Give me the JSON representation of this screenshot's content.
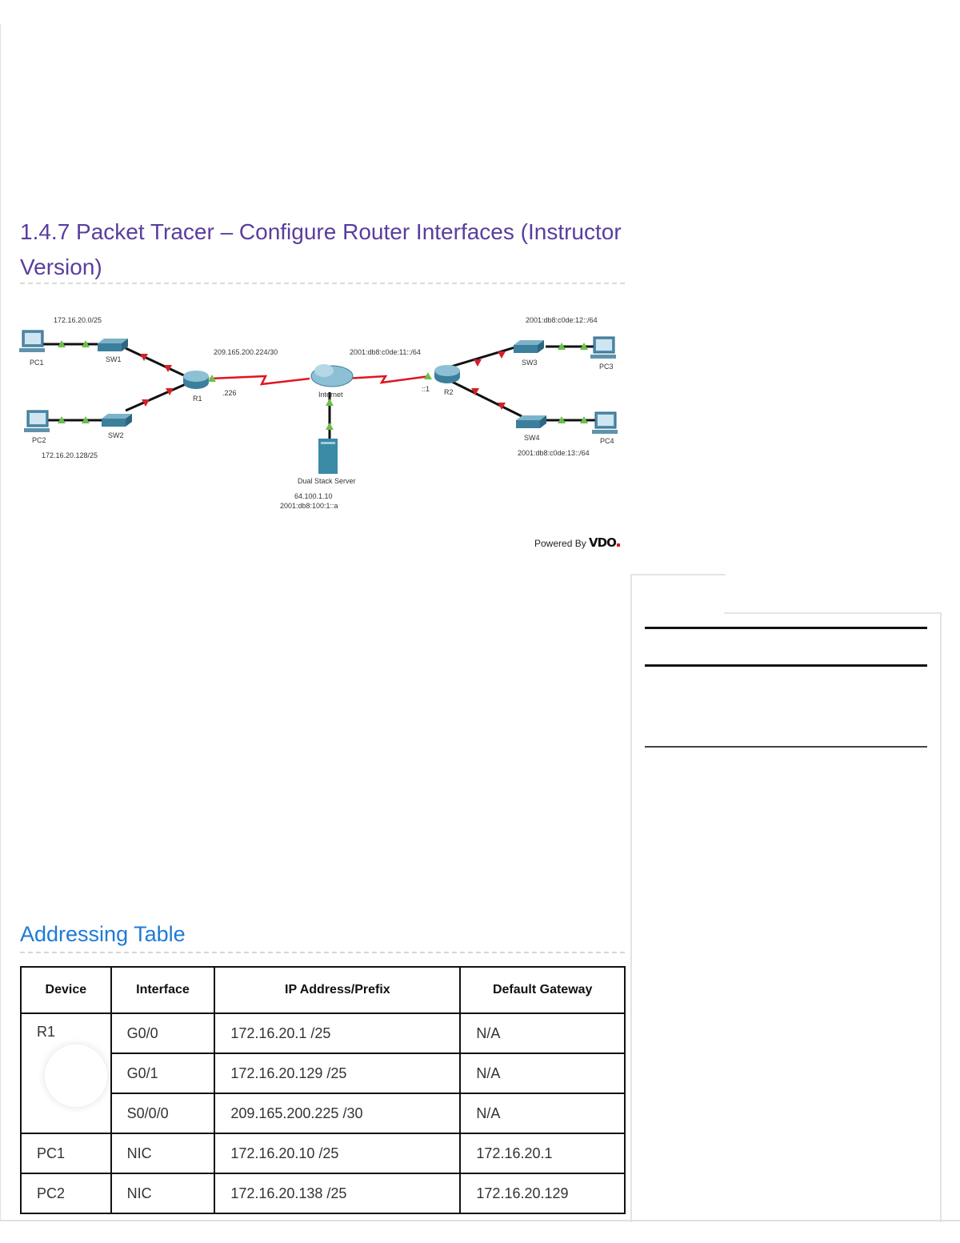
{
  "title": "1.4.7 Packet Tracer – Configure Router Interfaces (Instructor Version)",
  "diagram": {
    "labels": {
      "net_left_top": "172.16.20.0/25",
      "net_left_bottom": "172.16.20.128/25",
      "net_wan_left": "209.165.200.224/30",
      "net_wan_right": "2001:db8:c0de:11::/64",
      "net_right_top": "2001:db8:c0de:12::/64",
      "net_right_bottom": "2001:db8:c0de:13::/64",
      "pc1": "PC1",
      "pc2": "PC2",
      "pc3": "PC3",
      "pc4": "PC4",
      "sw1": "SW1",
      "sw2": "SW2",
      "sw3": "SW3",
      "sw4": "SW4",
      "r1": "R1",
      "r2": "R2",
      "r1_port": ".226",
      "r2_port": "::1",
      "internet": "Internet",
      "server": "Dual Stack Server",
      "server_ipv4": "64.100.1.10",
      "server_ipv6": "2001:db8:100:1::a"
    }
  },
  "powered_by": {
    "text": "Powered By",
    "brand": "VDO"
  },
  "addressing": {
    "heading": "Addressing Table",
    "columns": [
      "Device",
      "Interface",
      "IP Address/Prefix",
      "Default Gateway"
    ],
    "rows": [
      {
        "device": "R1",
        "interface": "G0/0",
        "ip": "172.16.20.1 /25",
        "gateway": "N/A"
      },
      {
        "device": "",
        "interface": "G0/1",
        "ip": "172.16.20.129 /25",
        "gateway": "N/A"
      },
      {
        "device": "",
        "interface": "S0/0/0",
        "ip": "209.165.200.225 /30",
        "gateway": "N/A"
      },
      {
        "device": "PC1",
        "interface": "NIC",
        "ip": "172.16.20.10 /25",
        "gateway": "172.16.20.1"
      },
      {
        "device": "PC2",
        "interface": "NIC",
        "ip": "172.16.20.138 /25",
        "gateway": "172.16.20.129"
      }
    ]
  },
  "colors": {
    "title": "#5a3d9e",
    "heading": "#1e7ad4",
    "wan_link": "#e0141e",
    "link_up": "#6cc04a",
    "link_down": "#d4202a"
  }
}
